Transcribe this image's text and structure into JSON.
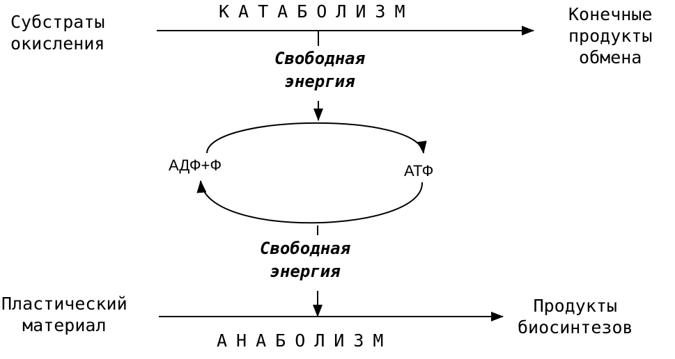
{
  "catabolism": {
    "title": "КАТАБОЛИЗМ",
    "input": "Субстраты\nокисления",
    "output": "Конечные\nпродукты\nобмена",
    "energy": "Свободная\nэнергия"
  },
  "cycle": {
    "left": "АДФ+Ф",
    "right": "АТФ"
  },
  "anabolism": {
    "title": "АНАБОЛИЗМ",
    "input": "Пластический\nматериал",
    "output": "Продукты\nбиосинтезов",
    "energy": "Свободная\nэнергия"
  }
}
